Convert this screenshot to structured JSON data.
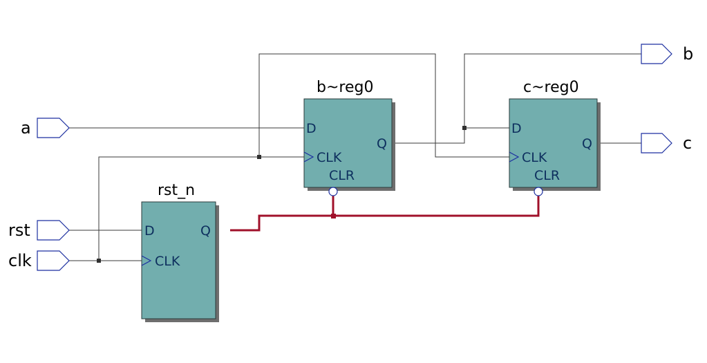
{
  "inputs": {
    "a": "a",
    "rst": "rst",
    "clk": "clk"
  },
  "outputs": {
    "b": "b",
    "c": "c"
  },
  "blocks": {
    "b_reg": {
      "title": "b~reg0",
      "d": "D",
      "clk": "CLK",
      "clr": "CLR",
      "q": "Q"
    },
    "c_reg": {
      "title": "c~reg0",
      "d": "D",
      "clk": "CLK",
      "clr": "CLR",
      "q": "Q"
    },
    "rst_n": {
      "title": "rst_n",
      "d": "D",
      "clk": "CLK",
      "q": "Q"
    }
  },
  "colors": {
    "block_fill": "#72aeae",
    "port_stroke": "#1c2fa0",
    "reset_net": "#a0102a"
  }
}
